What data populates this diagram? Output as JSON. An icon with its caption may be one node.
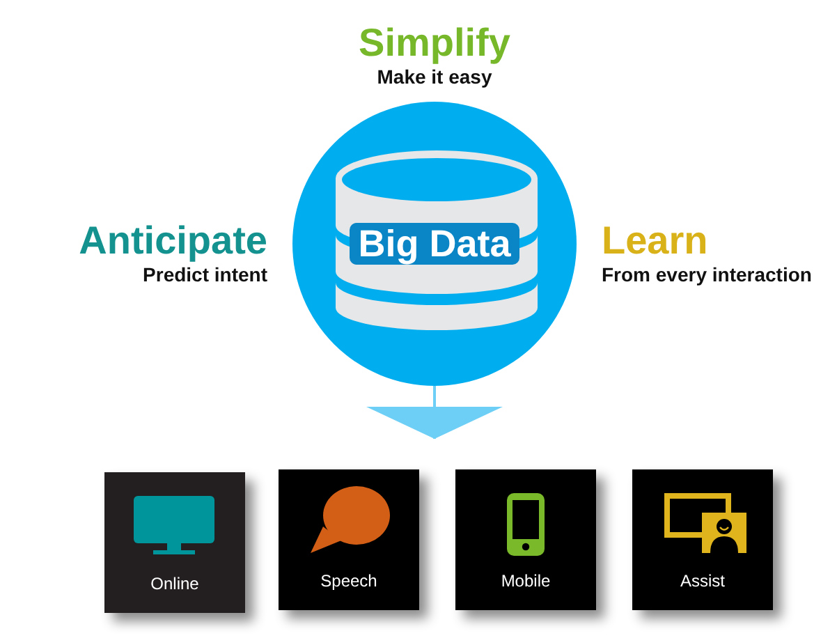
{
  "diagram": {
    "nodes": [
      {
        "text": [
          "Big Data"
        ]
      },
      {
        "text": [
          "Online"
        ]
      },
      {
        "text": [
          "Speech"
        ]
      },
      {
        "text": [
          "Mobile"
        ]
      },
      {
        "text": [
          "Assist"
        ]
      }
    ],
    "edges": [
      {
        "from": 0,
        "to": 2,
        "arrow": "to"
      }
    ],
    "labels": [
      "Simplify",
      "Make it easy",
      "Anticipate",
      "Predict intent",
      "Learn",
      "From every interaction"
    ]
  }
}
